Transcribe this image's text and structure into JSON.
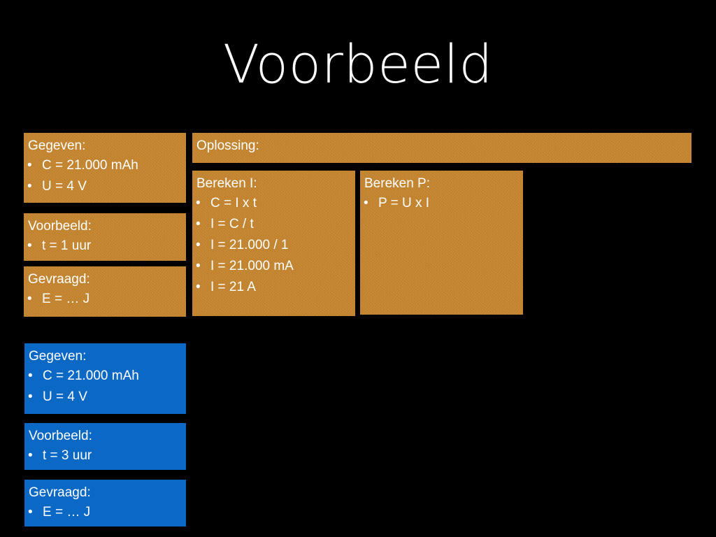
{
  "slide": {
    "title": "Voorbeeld",
    "background_color": "#000000",
    "text_color": "#ffffff",
    "orange_color": "#c8862c",
    "blue_color": "#0b68c4",
    "bullet_glyph": "•"
  },
  "orange_group": {
    "gegeven": {
      "heading": "Gegeven:",
      "items": [
        "C = 21.000 mAh",
        "U = 4 V"
      ]
    },
    "voorbeeld": {
      "heading": "Voorbeeld:",
      "items": [
        "t = 1 uur"
      ]
    },
    "gevraagd": {
      "heading": "Gevraagd:",
      "items": [
        "E = … J"
      ]
    }
  },
  "oplossing": {
    "banner_heading": "Oplossing:",
    "bereken_i": {
      "heading": "Bereken I:",
      "items": [
        "C = I x t",
        "I = C / t",
        "I = 21.000 / 1",
        "I = 21.000 mA",
        "I = 21 A"
      ]
    },
    "bereken_p": {
      "heading": "Bereken P:",
      "items": [
        "P = U x I"
      ]
    }
  },
  "blue_group": {
    "gegeven": {
      "heading": "Gegeven:",
      "items": [
        "C = 21.000 mAh",
        "U = 4 V"
      ]
    },
    "voorbeeld": {
      "heading": "Voorbeeld:",
      "items": [
        "t = 3 uur"
      ]
    },
    "gevraagd": {
      "heading": "Gevraagd:",
      "items": [
        "E = … J"
      ]
    }
  }
}
